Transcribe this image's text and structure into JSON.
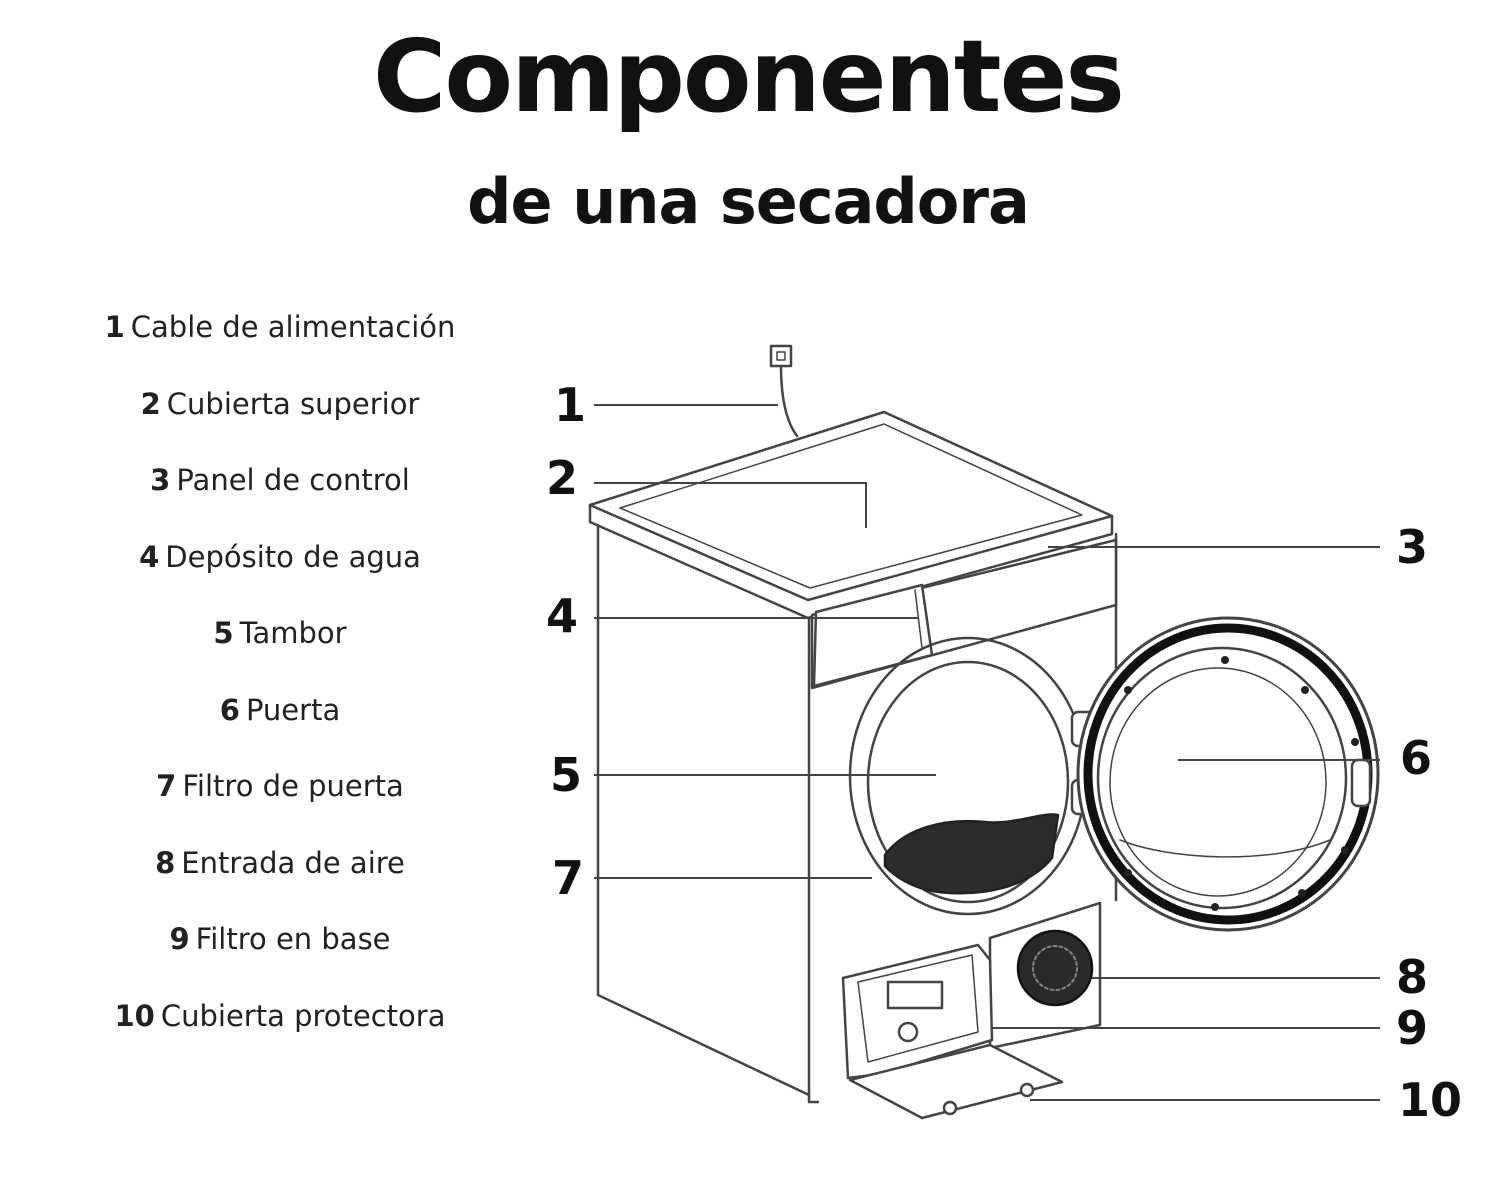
{
  "title": "Componentes",
  "subtitle": "de una secadora",
  "components": [
    {
      "number": "1",
      "label": "Cable de alimentación"
    },
    {
      "number": "2",
      "label": "Cubierta superior"
    },
    {
      "number": "3",
      "label": "Panel de control"
    },
    {
      "number": "4",
      "label": "Depósito de agua"
    },
    {
      "number": "5",
      "label": "Tambor"
    },
    {
      "number": "6",
      "label": "Puerta"
    },
    {
      "number": "7",
      "label": "Filtro de puerta"
    },
    {
      "number": "8",
      "label": "Entrada de aire"
    },
    {
      "number": "9",
      "label": "Filtro en base"
    },
    {
      "number": "10",
      "label": "Cubierta protectora"
    }
  ]
}
